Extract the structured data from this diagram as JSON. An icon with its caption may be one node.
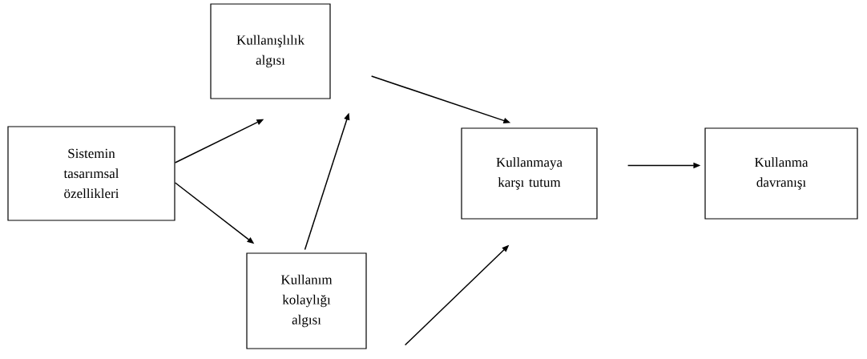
{
  "diagram": {
    "nodes": [
      {
        "text": [
          "Sistemin tasarımsal özellikleri"
        ]
      },
      {
        "text": [
          "Kullanışlılık algısı"
        ]
      },
      {
        "text": [
          "Kullanım kolaylığı algısı"
        ]
      },
      {
        "text": [
          "Kullanmaya karşı tutum"
        ]
      },
      {
        "text": [
          "Kullanma davranışı"
        ]
      }
    ],
    "edges": [
      {
        "from": 0,
        "to": 1,
        "arrow": "to"
      },
      {
        "from": 0,
        "to": 2,
        "arrow": "to"
      },
      {
        "from": 2,
        "to": 1,
        "arrow": "to"
      },
      {
        "from": 1,
        "to": 3,
        "arrow": "to"
      },
      {
        "from": 2,
        "to": 3,
        "arrow": "to"
      },
      {
        "from": 3,
        "to": 4,
        "arrow": "to"
      }
    ]
  }
}
